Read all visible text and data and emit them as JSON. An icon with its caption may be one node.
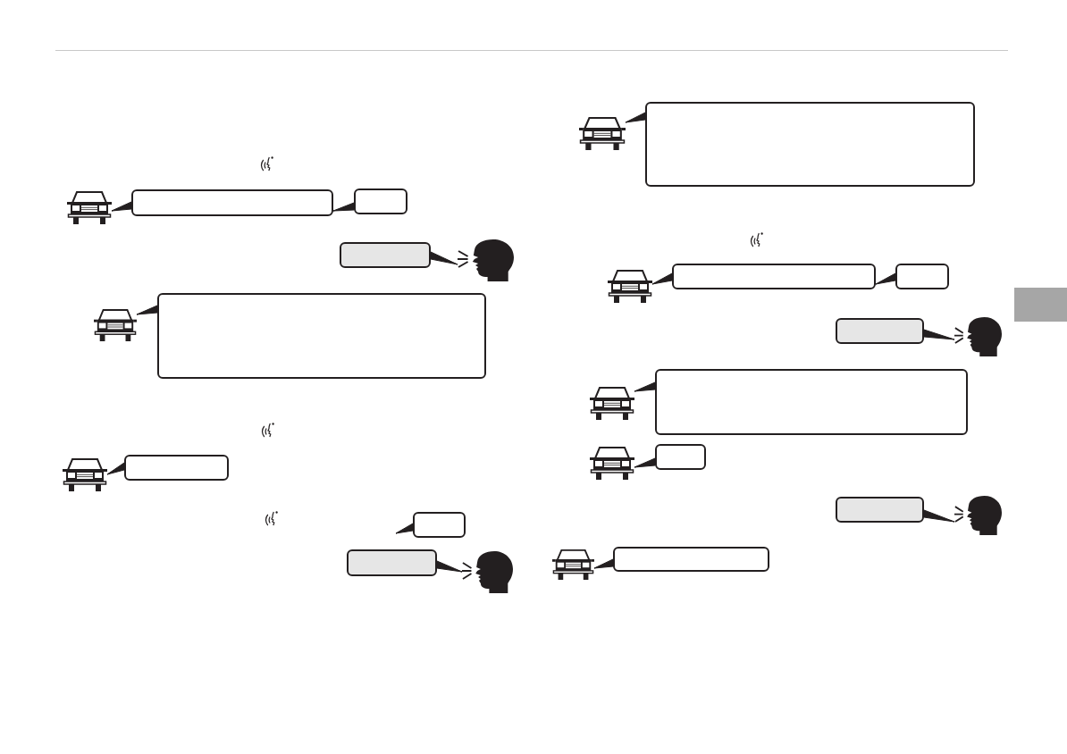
{
  "diagram": {
    "nodes": [
      {
        "text": [],
        "shape": "picture"
      },
      {
        "text": [],
        "shape": "box"
      },
      {
        "text": [],
        "shape": "box"
      },
      {
        "text": [],
        "shape": "box"
      },
      {
        "text": [],
        "shape": "person"
      },
      {
        "text": [],
        "shape": "picture"
      },
      {
        "text": [],
        "shape": "box"
      },
      {
        "text": [],
        "shape": "picture"
      },
      {
        "text": [],
        "shape": "box"
      },
      {
        "text": [],
        "shape": "box"
      },
      {
        "text": [],
        "shape": "box"
      },
      {
        "text": [],
        "shape": "person"
      },
      {
        "text": [],
        "shape": "picture"
      },
      {
        "text": [],
        "shape": "box"
      },
      {
        "text": [],
        "shape": "picture"
      },
      {
        "text": [],
        "shape": "box"
      },
      {
        "text": [],
        "shape": "box"
      },
      {
        "text": [],
        "shape": "box"
      },
      {
        "text": [],
        "shape": "person"
      },
      {
        "text": [],
        "shape": "picture"
      },
      {
        "text": [],
        "shape": "box"
      },
      {
        "text": [],
        "shape": "picture"
      },
      {
        "text": [],
        "shape": "box"
      },
      {
        "text": [],
        "shape": "box"
      },
      {
        "text": [],
        "shape": "person"
      },
      {
        "text": [],
        "shape": "picture"
      },
      {
        "text": [],
        "shape": "box"
      }
    ],
    "edges": [
      {
        "from": 0,
        "to": 1,
        "arrow": "none"
      },
      {
        "from": 1,
        "to": 2,
        "arrow": "none"
      },
      {
        "from": 4,
        "to": 3,
        "arrow": "none"
      },
      {
        "from": 5,
        "to": 6,
        "arrow": "none"
      },
      {
        "from": 7,
        "to": 8,
        "arrow": "none"
      },
      {
        "from": null,
        "to": 9,
        "arrow": "none"
      },
      {
        "from": 11,
        "to": 10,
        "arrow": "none"
      },
      {
        "from": 12,
        "to": 13,
        "arrow": "none"
      },
      {
        "from": 14,
        "to": 15,
        "arrow": "none"
      },
      {
        "from": 15,
        "to": 16,
        "arrow": "none"
      },
      {
        "from": 18,
        "to": 17,
        "arrow": "none"
      },
      {
        "from": 19,
        "to": 20,
        "arrow": "none"
      },
      {
        "from": 21,
        "to": 22,
        "arrow": "none"
      },
      {
        "from": 24,
        "to": 23,
        "arrow": "none"
      },
      {
        "from": 25,
        "to": 26,
        "arrow": "none"
      }
    ]
  }
}
